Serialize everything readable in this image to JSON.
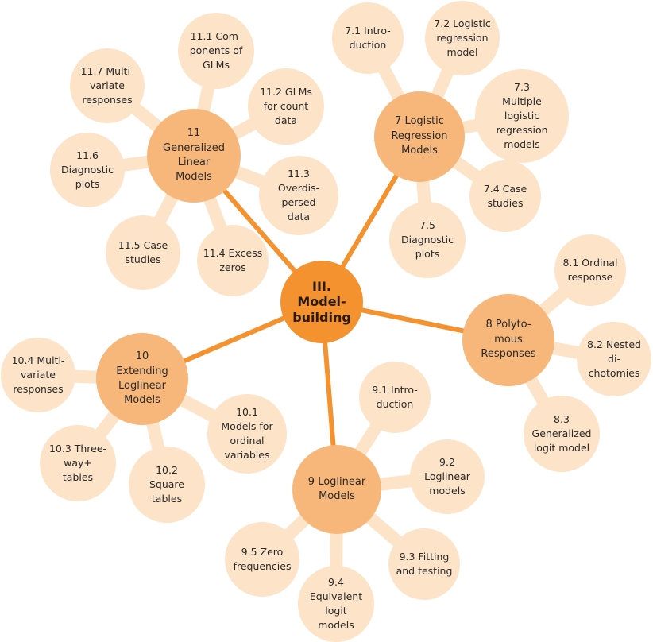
{
  "root": {
    "label": "III.\nModel-\nbuilding"
  },
  "chapters": [
    {
      "key": "ch11",
      "label": "11\nGeneralized\nLinear\nModels",
      "sections": [
        {
          "key": "s11_1",
          "label": "11.1 Com-\nponents of\nGLMs"
        },
        {
          "key": "s11_2",
          "label": "11.2 GLMs\nfor count\ndata"
        },
        {
          "key": "s11_3",
          "label": "11.3\nOverdis-\npersed\ndata"
        },
        {
          "key": "s11_4",
          "label": "11.4 Excess\nzeros"
        },
        {
          "key": "s11_5",
          "label": "11.5 Case\nstudies"
        },
        {
          "key": "s11_6",
          "label": "11.6\nDiagnostic\nplots"
        },
        {
          "key": "s11_7",
          "label": "11.7 Multi-\nvariate\nresponses"
        }
      ]
    },
    {
      "key": "ch7",
      "label": "7 Logistic\nRegression\nModels",
      "sections": [
        {
          "key": "s7_1",
          "label": "7.1 Intro-\nduction"
        },
        {
          "key": "s7_2",
          "label": "7.2 Logistic\nregression\nmodel"
        },
        {
          "key": "s7_3",
          "label": "7.3\nMultiple\nlogistic\nregression\nmodels"
        },
        {
          "key": "s7_4",
          "label": "7.4 Case\nstudies"
        },
        {
          "key": "s7_5",
          "label": "7.5\nDiagnostic\nplots"
        }
      ]
    },
    {
      "key": "ch8",
      "label": "8 Polyto-\nmous\nResponses",
      "sections": [
        {
          "key": "s8_1",
          "label": "8.1 Ordinal\nresponse"
        },
        {
          "key": "s8_2",
          "label": "8.2 Nested\ndi-\nchotomies"
        },
        {
          "key": "s8_3",
          "label": "8.3\nGeneralized\nlogit model"
        }
      ]
    },
    {
      "key": "ch9",
      "label": "9 Loglinear\nModels",
      "sections": [
        {
          "key": "s9_1",
          "label": "9.1 Intro-\nduction"
        },
        {
          "key": "s9_2",
          "label": "9.2\nLoglinear\nmodels"
        },
        {
          "key": "s9_3",
          "label": "9.3 Fitting\nand testing"
        },
        {
          "key": "s9_4",
          "label": "9.4\nEquivalent\nlogit\nmodels"
        },
        {
          "key": "s9_5",
          "label": "9.5 Zero\nfrequencies"
        }
      ]
    },
    {
      "key": "ch10",
      "label": "10\nExtending\nLoglinear\nModels",
      "sections": [
        {
          "key": "s10_1",
          "label": "10.1\nModels for\nordinal\nvariables"
        },
        {
          "key": "s10_2",
          "label": "10.2\nSquare\ntables"
        },
        {
          "key": "s10_3",
          "label": "10.3 Three-\nway+\ntables"
        },
        {
          "key": "s10_4",
          "label": "10.4 Multi-\nvariate\nresponses"
        }
      ]
    }
  ],
  "colors": {
    "root": "#f3922f",
    "chapter": "#f7b77a",
    "leaf": "#fde3c8",
    "spoke": "#f3922f",
    "branch": "#fde3c8"
  }
}
